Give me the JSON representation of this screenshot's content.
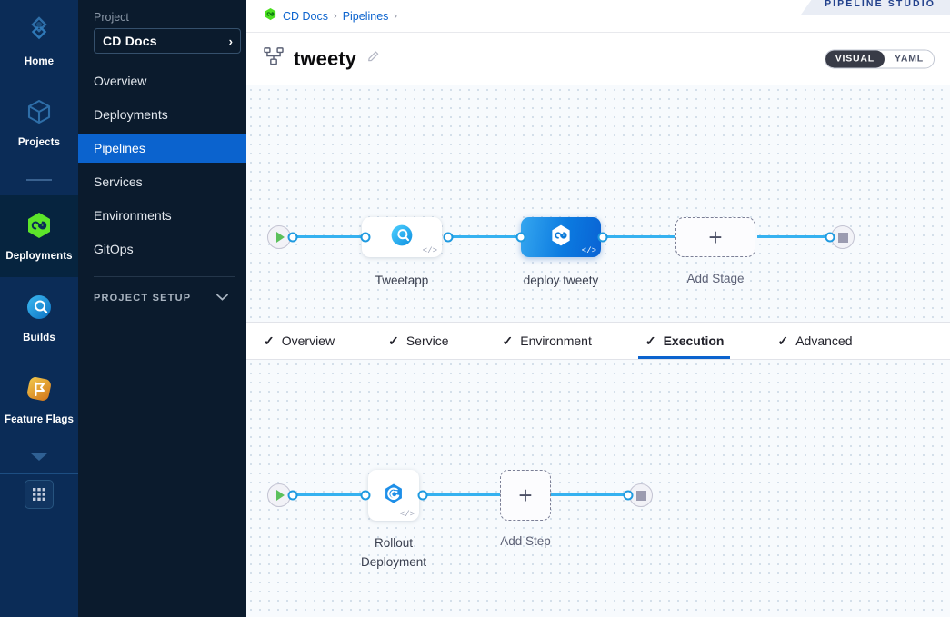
{
  "rail": {
    "items": [
      {
        "label": "Home",
        "icon": "home-diamond-icon",
        "active": false
      },
      {
        "label": "Projects",
        "icon": "cube-icon",
        "active": false
      },
      {
        "label": "Deployments",
        "icon": "deployments-hexagon-icon",
        "active": true
      },
      {
        "label": "Builds",
        "icon": "builds-circle-icon",
        "active": false
      },
      {
        "label": "Feature Flags",
        "icon": "feature-flags-flag-icon",
        "active": false
      }
    ],
    "more_icon": "caret-down-icon",
    "grid_icon": "grid-apps-icon"
  },
  "sidebar": {
    "project_label": "Project",
    "project_name": "CD Docs",
    "project_chevron": "›",
    "items": [
      {
        "label": "Overview",
        "active": false
      },
      {
        "label": "Deployments",
        "active": false
      },
      {
        "label": "Pipelines",
        "active": true
      },
      {
        "label": "Services",
        "active": false
      },
      {
        "label": "Environments",
        "active": false
      },
      {
        "label": "GitOps",
        "active": false
      }
    ],
    "setup_label": "PROJECT SETUP",
    "setup_icon": "chevron-down-icon"
  },
  "header": {
    "breadcrumbs": [
      {
        "label": "CD Docs",
        "icon": "harness-cd-hexagon-icon"
      },
      {
        "label": "Pipelines",
        "icon": ""
      }
    ],
    "separator": "›",
    "studio_badge": "PIPELINE STUDIO",
    "title": "tweety",
    "title_icon": "pipeline-hierarchy-icon",
    "edit_icon": "pencil-edit-icon",
    "view_toggle": {
      "options": [
        "VISUAL",
        "YAML"
      ],
      "selected": "VISUAL"
    }
  },
  "tabs": [
    {
      "label": "Overview",
      "check": "✓",
      "active": false
    },
    {
      "label": "Service",
      "check": "✓",
      "active": false
    },
    {
      "label": "Environment",
      "check": "✓",
      "active": false
    },
    {
      "label": "Execution",
      "check": "✓",
      "active": true
    },
    {
      "label": "Advanced",
      "check": "✓",
      "active": false
    }
  ],
  "stage_canvas": {
    "start_icon": "play-start-icon",
    "end_icon": "stop-end-icon",
    "nodes": [
      {
        "label": "Tweetap",
        "name": "Tweetapp",
        "icon": "service-search-circle-icon",
        "selected": false,
        "code_glyph": "</>"
      },
      {
        "name": "deploy tweety",
        "icon": "deployment-hexagon-infinity-icon",
        "selected": true,
        "code_glyph": "</>"
      }
    ],
    "add_label": "Add Stage",
    "add_icon": "plus-icon"
  },
  "step_canvas": {
    "start_icon": "play-start-icon",
    "end_icon": "stop-end-icon",
    "nodes": [
      {
        "name": "Rollout\nDeployment",
        "icon": "rollout-spiral-hexagon-icon",
        "code_glyph": "</>"
      }
    ],
    "add_label": "Add Step",
    "add_icon": "plus-icon"
  },
  "colors": {
    "accent_blue": "#0b63ce",
    "edge_blue": "#35b1f0",
    "rail_bg": "#0b2c57",
    "nav_bg": "#0b1b2d",
    "canvas_bg": "#f7fafd",
    "green": "#5bc05b"
  }
}
